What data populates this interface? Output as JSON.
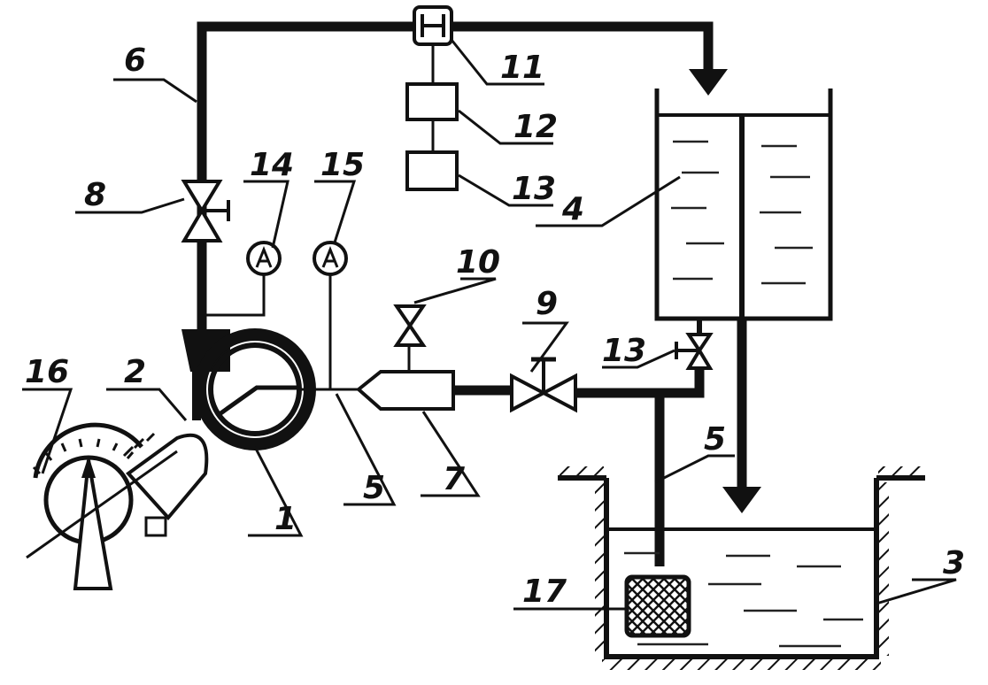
{
  "labels": {
    "l1": "1",
    "l2": "2",
    "l3": "3",
    "l4": "4",
    "l5a": "5",
    "l5b": "5",
    "l6": "6",
    "l7": "7",
    "l8": "8",
    "l9": "9",
    "l10": "10",
    "l11": "11",
    "l12": "12",
    "l13a": "13",
    "l13b": "13",
    "l14": "14",
    "l15": "15",
    "l16": "16",
    "l17": "17"
  }
}
